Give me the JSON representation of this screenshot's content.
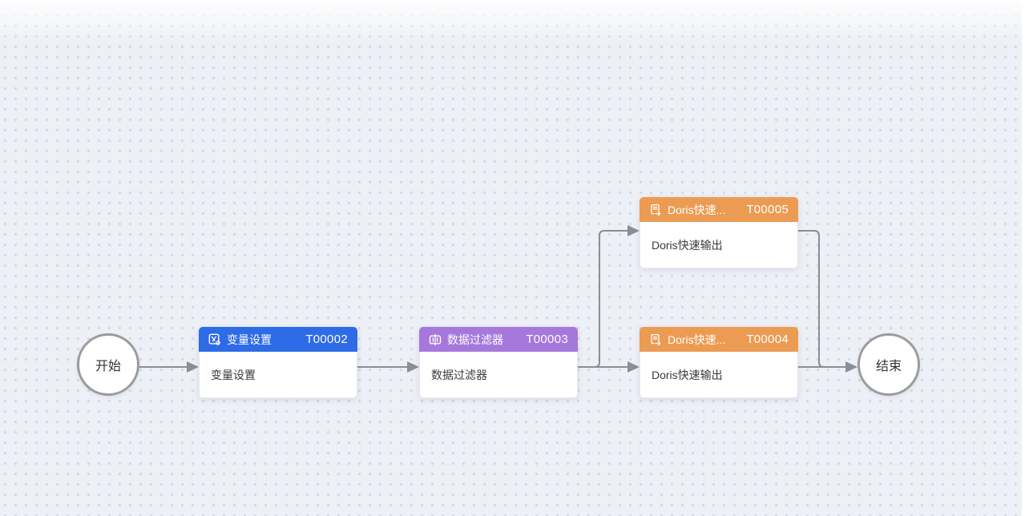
{
  "canvas": {
    "background_color": "#EEF0F7",
    "grid_dot_color": "#BABCCA",
    "connector_color": "#8B8E94"
  },
  "start_node": {
    "label": "开始"
  },
  "end_node": {
    "label": "结束"
  },
  "task_nodes": [
    {
      "icon": "variable-settings-icon",
      "title": "变量设置",
      "task_id": "T00002",
      "body": "变量设置",
      "header_color": "#2E6BE6"
    },
    {
      "icon": "data-filter-icon",
      "title": "数据过滤器",
      "task_id": "T00003",
      "body": "数据过滤器",
      "header_color": "#A678DB"
    },
    {
      "icon": "export-document-icon",
      "title": "Doris快速...",
      "task_id": "T00005",
      "body": "Doris快速输出",
      "header_color": "#EC9B53"
    },
    {
      "icon": "export-document-icon",
      "title": "Doris快速...",
      "task_id": "T00004",
      "body": "Doris快速输出",
      "header_color": "#EC9B53"
    }
  ],
  "edges": [
    {
      "from": "start",
      "to": "T00002"
    },
    {
      "from": "T00002",
      "to": "T00003"
    },
    {
      "from": "T00003",
      "to": "T00004"
    },
    {
      "from": "T00003",
      "to": "T00005"
    },
    {
      "from": "T00005",
      "to": "end"
    },
    {
      "from": "T00004",
      "to": "end"
    }
  ]
}
